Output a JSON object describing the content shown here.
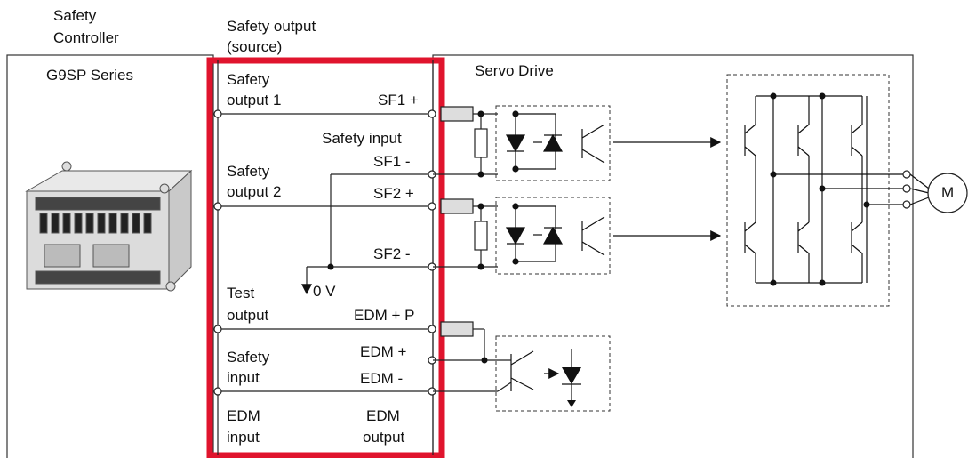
{
  "labels": {
    "safety_controller_1": "Safety",
    "safety_controller_2": "Controller",
    "series": "G9SP Series",
    "safety_output_header_1": "Safety output",
    "safety_output_header_2": "(source)",
    "servo_drive": "Servo Drive",
    "safety_output_1_a": "Safety",
    "safety_output_1_b": "output 1",
    "safety_output_2_a": "Safety",
    "safety_output_2_b": "output 2",
    "test_output_a": "Test",
    "test_output_b": "output",
    "safety_input_a": "Safety",
    "safety_input_b": "input",
    "edm_input_a": "EDM",
    "edm_input_b": "input",
    "sf1_plus": "SF1 +",
    "safety_input_drive": "Safety input",
    "sf1_minus": "SF1 -",
    "sf2_plus": "SF2 +",
    "sf2_minus": "SF2 -",
    "zero_v": "0 V",
    "edm_plus_p": "EDM + P",
    "edm_plus": "EDM +",
    "edm_minus": "EDM -",
    "edm_output_a": "EDM",
    "edm_output_b": "output",
    "motor": "M"
  },
  "colors": {
    "highlight": "#e0142d",
    "line": "#222222",
    "dashed": "#333333"
  }
}
